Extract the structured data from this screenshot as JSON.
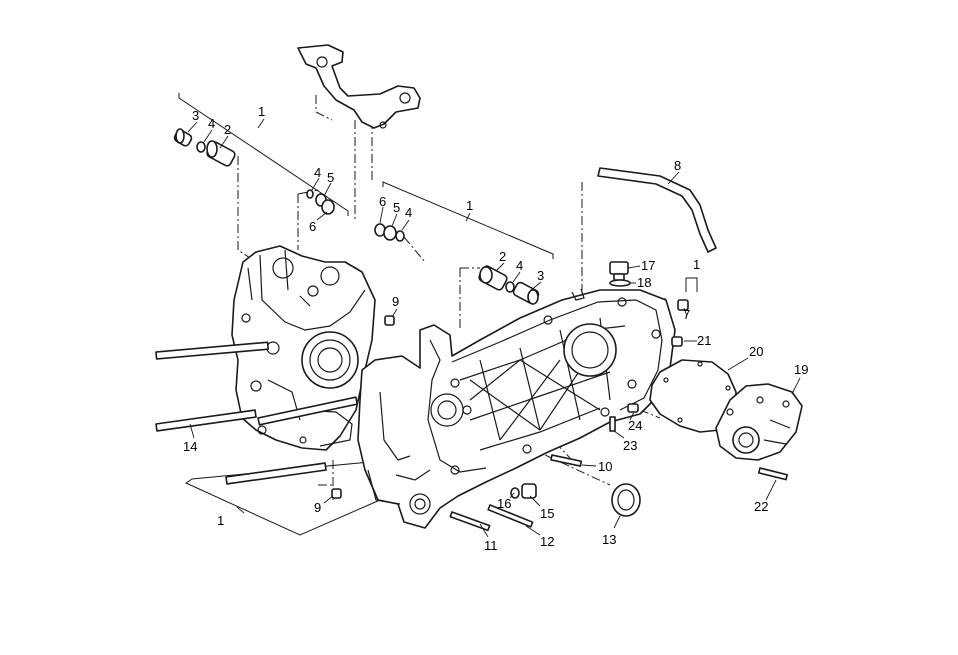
{
  "diagram": {
    "callouts": [
      {
        "id": "c1a",
        "text": "1"
      },
      {
        "id": "c3a",
        "text": "3"
      },
      {
        "id": "c4a",
        "text": "4"
      },
      {
        "id": "c2a",
        "text": "2"
      },
      {
        "id": "c4b",
        "text": "4"
      },
      {
        "id": "c5a",
        "text": "5"
      },
      {
        "id": "c6a",
        "text": "6"
      },
      {
        "id": "c6b",
        "text": "6"
      },
      {
        "id": "c5b",
        "text": "5"
      },
      {
        "id": "c4c",
        "text": "4"
      },
      {
        "id": "c1b",
        "text": "1"
      },
      {
        "id": "c8",
        "text": "8"
      },
      {
        "id": "c2b",
        "text": "2"
      },
      {
        "id": "c4d",
        "text": "4"
      },
      {
        "id": "c3b",
        "text": "3"
      },
      {
        "id": "c17",
        "text": "17"
      },
      {
        "id": "c18",
        "text": "18"
      },
      {
        "id": "c1c",
        "text": "1"
      },
      {
        "id": "c7",
        "text": "7"
      },
      {
        "id": "c9a",
        "text": "9"
      },
      {
        "id": "c21",
        "text": "21"
      },
      {
        "id": "c20",
        "text": "20"
      },
      {
        "id": "c19",
        "text": "19"
      },
      {
        "id": "c14",
        "text": "14"
      },
      {
        "id": "c24",
        "text": "24"
      },
      {
        "id": "c23",
        "text": "23"
      },
      {
        "id": "c10",
        "text": "10"
      },
      {
        "id": "c16",
        "text": "16"
      },
      {
        "id": "c15",
        "text": "15"
      },
      {
        "id": "c9b",
        "text": "9"
      },
      {
        "id": "c1d",
        "text": "1"
      },
      {
        "id": "c11",
        "text": "11"
      },
      {
        "id": "c12",
        "text": "12"
      },
      {
        "id": "c13",
        "text": "13"
      },
      {
        "id": "c22",
        "text": "22"
      }
    ]
  }
}
